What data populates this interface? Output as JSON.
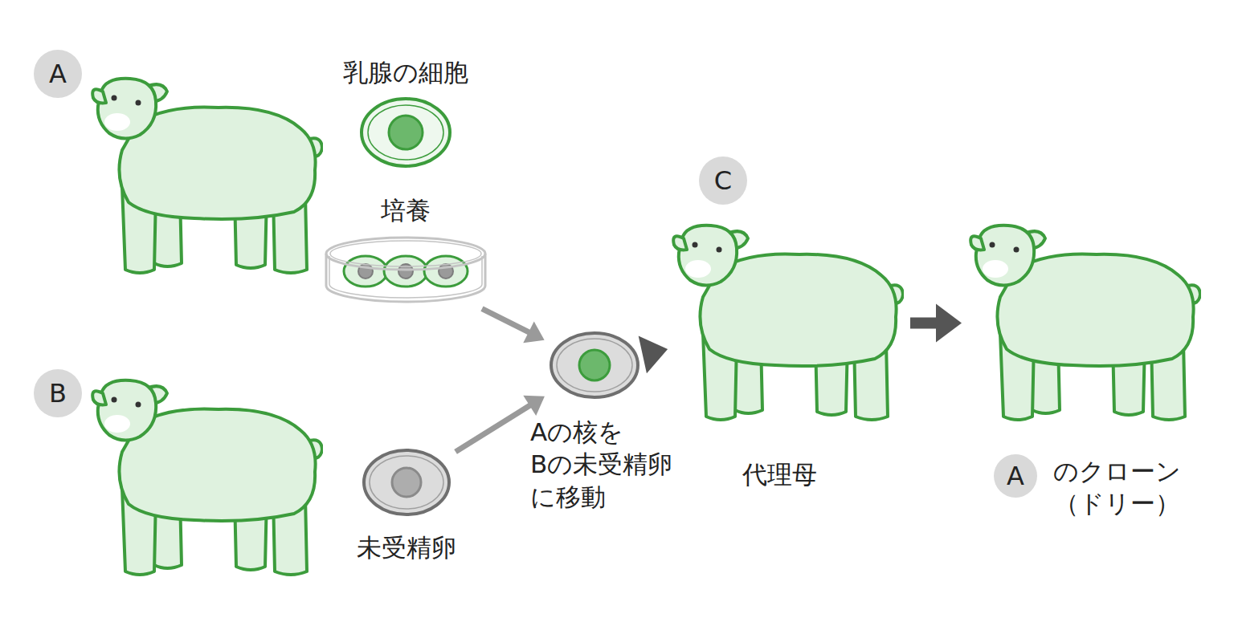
{
  "diagram": {
    "nodes": [
      {
        "text": [
          "A"
        ]
      },
      {
        "text": [
          "乳腺の細胞"
        ]
      },
      {
        "text": [
          "培養"
        ]
      },
      {
        "text": [
          "B"
        ]
      },
      {
        "text": [
          "未受精卵"
        ]
      },
      {
        "text": [
          "Aの核を Bの未受精卵 に移動"
        ]
      },
      {
        "text": [
          "C"
        ]
      },
      {
        "text": [
          "代理母"
        ]
      },
      {
        "text": [
          "のクローン （ドリー）"
        ]
      },
      {
        "text": [
          "A"
        ]
      }
    ],
    "edges": [
      {
        "from": 2,
        "to": 5,
        "arrow": "to"
      },
      {
        "from": 4,
        "to": 5,
        "arrow": "to"
      },
      {
        "from": 5,
        "to": 7,
        "arrow": "to"
      },
      {
        "from": 7,
        "to": 8,
        "arrow": "to"
      }
    ]
  }
}
